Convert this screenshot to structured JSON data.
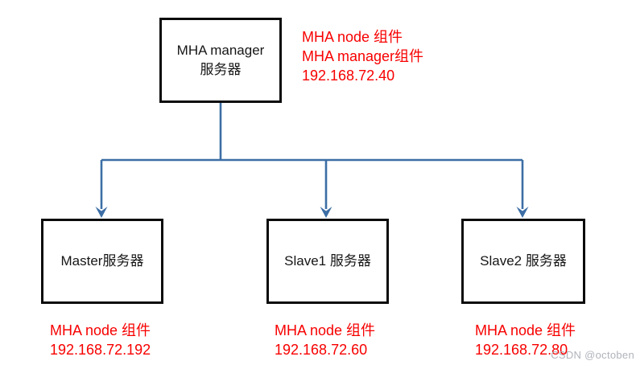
{
  "diagram": {
    "manager_box": {
      "line1": "MHA manager",
      "line2": "服务器"
    },
    "manager_note": {
      "line1": "MHA node 组件",
      "line2": "MHA manager组件",
      "line3": "192.168.72.40"
    },
    "servers": [
      {
        "label": "Master服务器",
        "note_line1": "MHA node 组件",
        "note_line2": "192.168.72.192"
      },
      {
        "label": "Slave1 服务器",
        "note_line1": "MHA node 组件",
        "note_line2": "192.168.72.60"
      },
      {
        "label": "Slave2 服务器",
        "note_line1": "MHA node 组件",
        "note_line2": "192.168.72.80"
      }
    ],
    "watermark": "CSDN @octoben",
    "colors": {
      "connector": "#3c6ea5",
      "annotation": "#f70000",
      "box_border": "#0b0b0b",
      "watermark": "#b0b3ba"
    }
  }
}
